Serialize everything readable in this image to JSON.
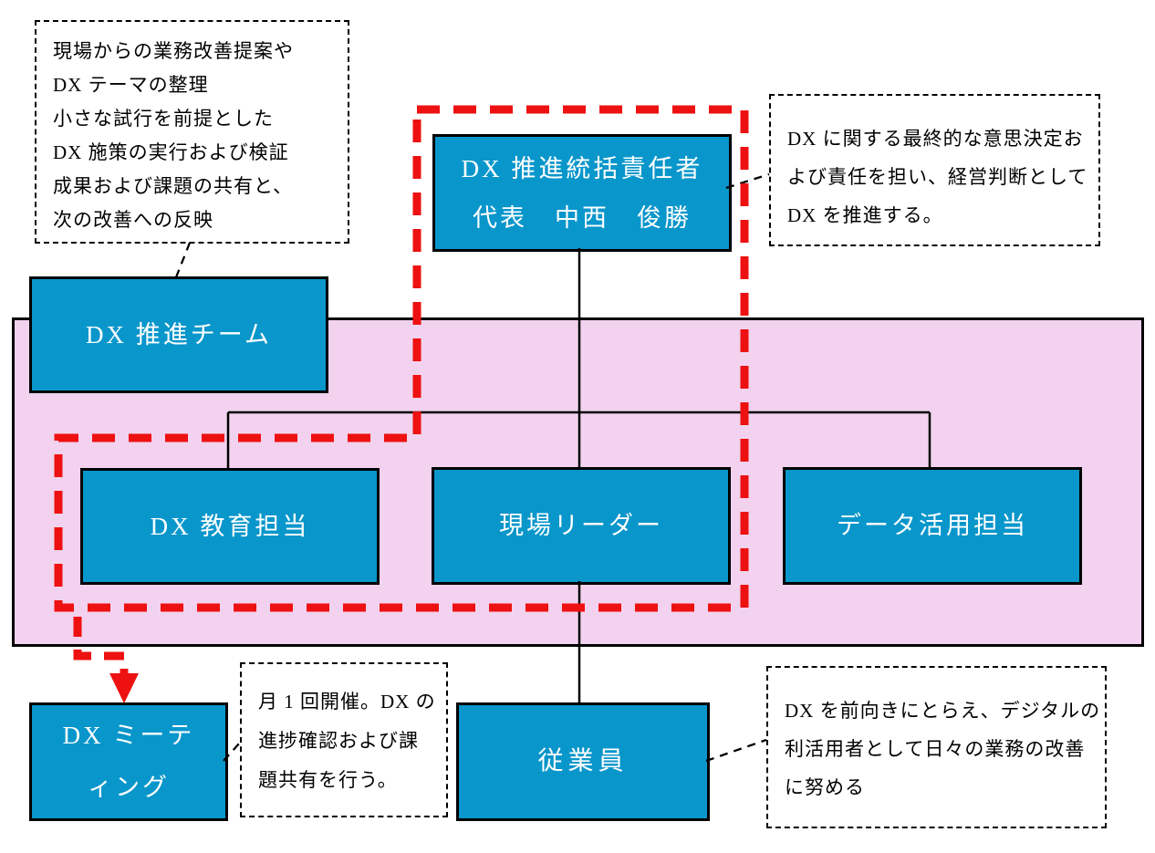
{
  "colors": {
    "box_blue": "#0996CB",
    "zone_pink": "#F2D2EE",
    "highlight_red": "#ED1111",
    "line_black": "#000000",
    "box_text": "#FFFFFF"
  },
  "boxes": {
    "executive": {
      "line1": "DX 推進統括責任者",
      "line2": "代表　中西　俊勝"
    },
    "team": {
      "label": "DX 推進チーム"
    },
    "education": {
      "label": "DX 教育担当"
    },
    "leader": {
      "label": "現場リーダー"
    },
    "data": {
      "label": "データ活用担当"
    },
    "meeting": {
      "line1": "DX ミーテ",
      "line2": "ィング"
    },
    "employee": {
      "label": "従業員"
    }
  },
  "notes": {
    "team_note": {
      "lines": [
        "現場からの業務改善提案や",
        "DX テーマの整理",
        "小さな試行を前提とした",
        "DX 施策の実行および検証",
        "成果および課題の共有と、",
        "次の改善への反映"
      ]
    },
    "exec_note": {
      "lines": [
        "DX に関する最終的な意思決定お",
        "よび責任を担い、経営判断として",
        "DX を推進する。"
      ]
    },
    "meeting_note": {
      "lines": [
        "月 1 回開催。DX の",
        "進捗確認および課",
        "題共有を行う。"
      ]
    },
    "employee_note": {
      "lines": [
        "DX を前向きにとらえ、デジタルの",
        "利活用者として日々の業務の改善",
        "に努める"
      ]
    }
  }
}
